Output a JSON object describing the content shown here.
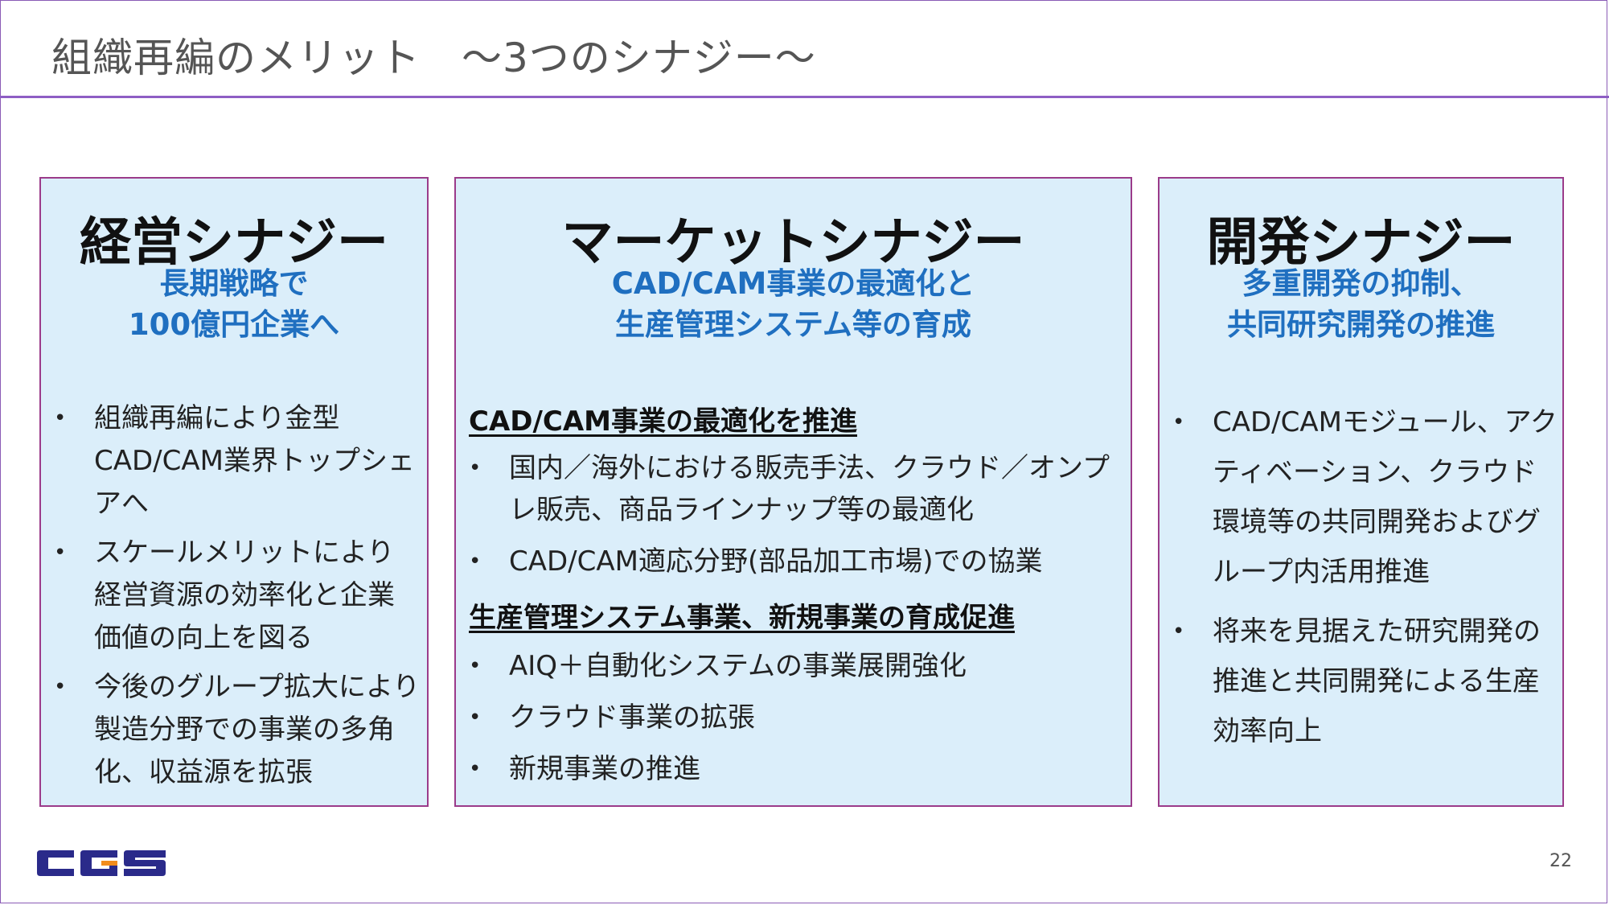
{
  "slide": {
    "title": "組織再編のメリット　～3つのシナジー～",
    "page_number": "22"
  },
  "panels": [
    {
      "heading": "経営シナジー",
      "subtitle_lines": [
        "長期戦略で",
        "100億円企業へ"
      ],
      "bullets": [
        "組織再編により金型CAD/CAM業界トップシェアへ",
        "スケールメリットにより経営資源の効率化と企業価値の向上を図る",
        "今後のグループ拡大により製造分野での事業の多角化、収益源を拡張"
      ]
    },
    {
      "heading": "マーケットシナジー",
      "subtitle_lines": [
        "CAD/CAM事業の最適化と",
        "生産管理システム等の育成"
      ],
      "sections": [
        {
          "heading": "CAD/CAM事業の最適化を推進",
          "bullets": [
            "国内／海外における販売手法、クラウド／オンプレ販売、商品ラインナップ等の最適化",
            "CAD/CAM適応分野(部品加工市場)での協業"
          ]
        },
        {
          "heading": "生産管理システム事業、新規事業の育成促進",
          "bullets": [
            "AIQ＋自動化システムの事業展開強化",
            "クラウド事業の拡張",
            "新規事業の推進"
          ]
        }
      ]
    },
    {
      "heading": "開発シナジー",
      "subtitle_lines": [
        "多重開発の抑制、",
        "共同研究開発の推進"
      ],
      "bullets": [
        "CAD/CAMモジュール、アクティベーション、クラウド環境等の共同開発およびグループ内活用推進",
        "将来を見据えた研究開発の推進と共同開発による生産効率向上"
      ]
    }
  ],
  "bullet_glyph": "•",
  "logo": {
    "text": "CGS",
    "colors": {
      "primary": "#2a2a8a",
      "accent": "#f28c1c"
    }
  },
  "colors": {
    "panel_bg": "#dbeefa",
    "panel_border": "#9b3b8a",
    "subtitle": "#1f6fc0",
    "title_rule": "#8e5ec4"
  }
}
